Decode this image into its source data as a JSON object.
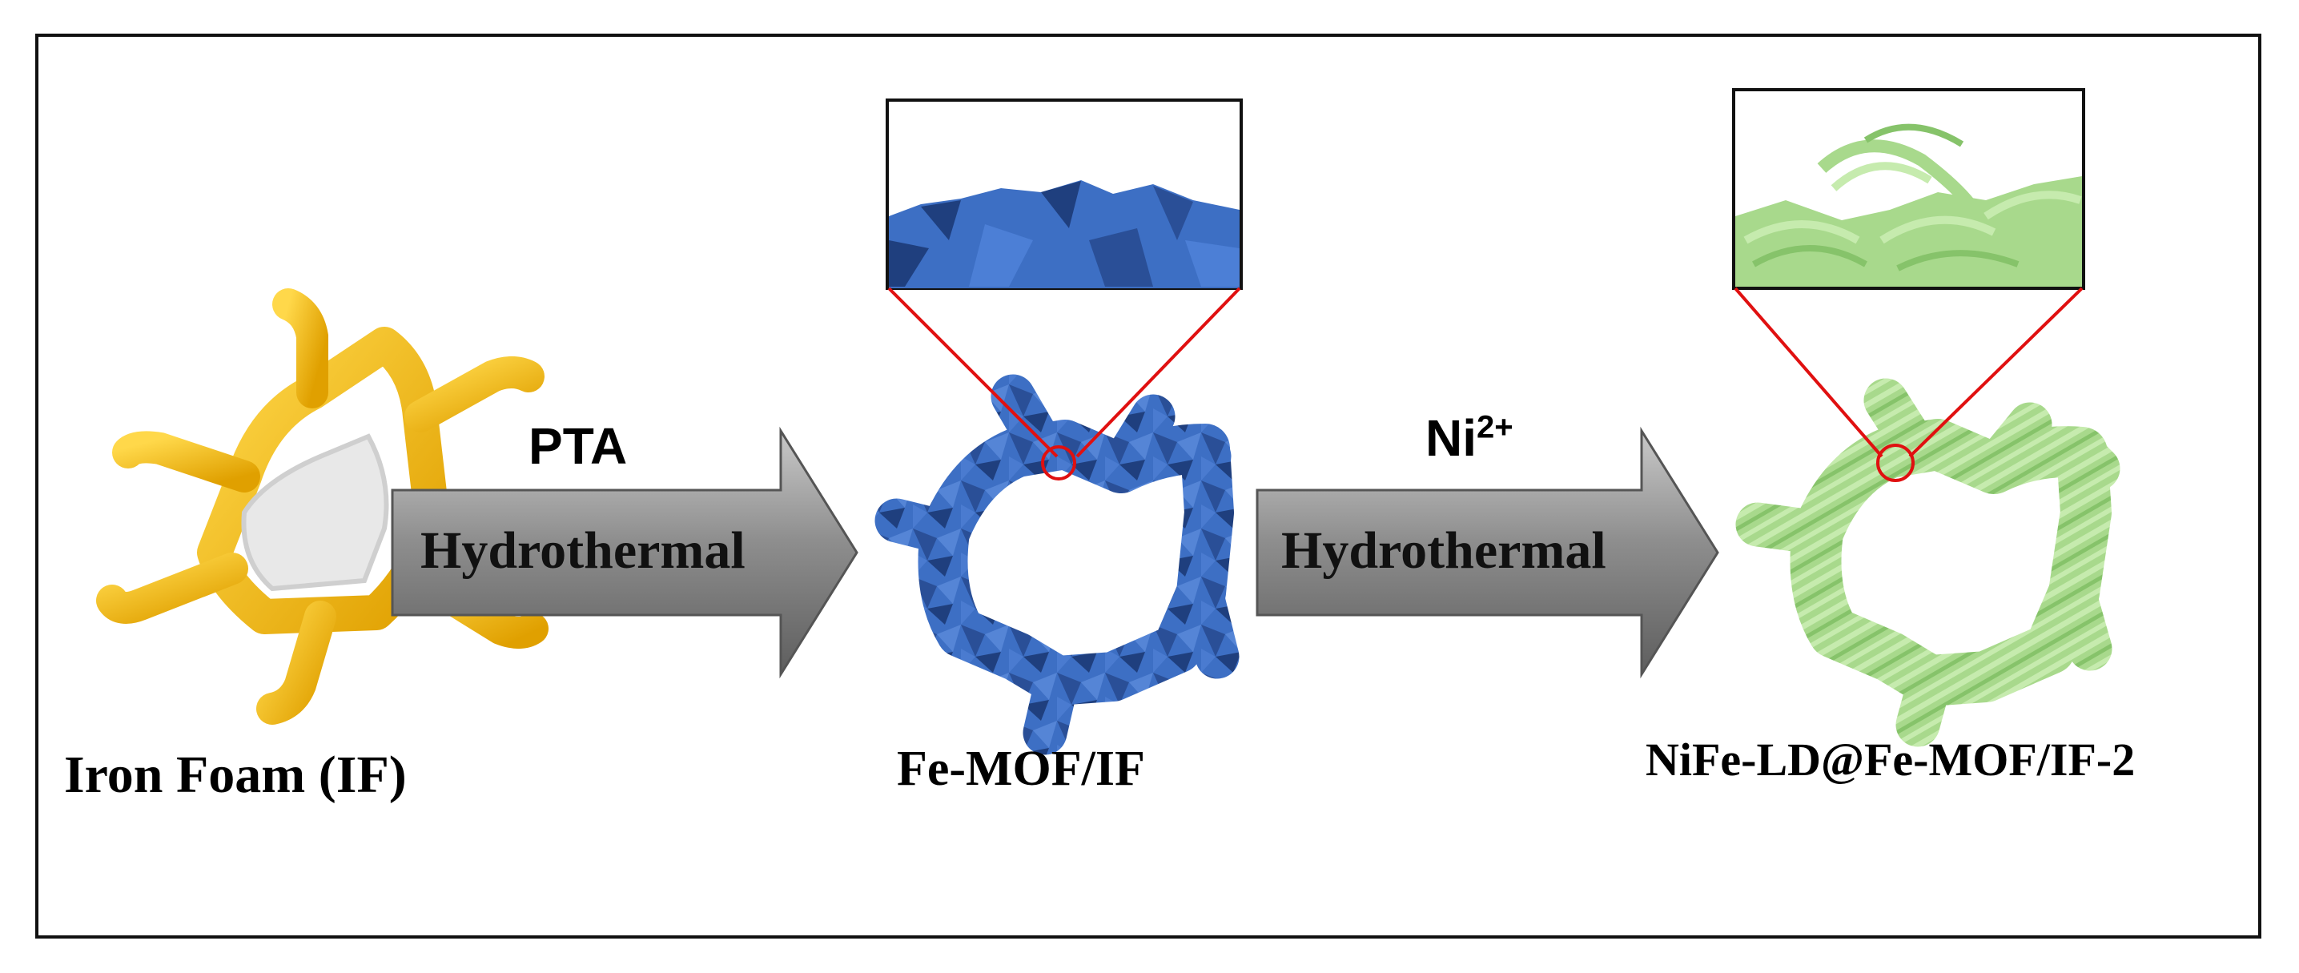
{
  "labels": {
    "iron_foam": "Iron Foam (IF)",
    "fe_mof": "Fe-MOF/IF",
    "nife": "NiFe-LD@Fe-MOF/IF-2"
  },
  "step1": {
    "reagent": "PTA",
    "process": "Hydrothermal"
  },
  "step2": {
    "reagent_base": "Ni",
    "reagent_sup": "2+",
    "process": "Hydrothermal"
  },
  "colors": {
    "iron_foam": "#f2b705",
    "fe_mof": "#3d6fc4",
    "nife": "#a8d98c",
    "arrow": "#8a8a8a",
    "zoom_lines": "#e01010"
  }
}
